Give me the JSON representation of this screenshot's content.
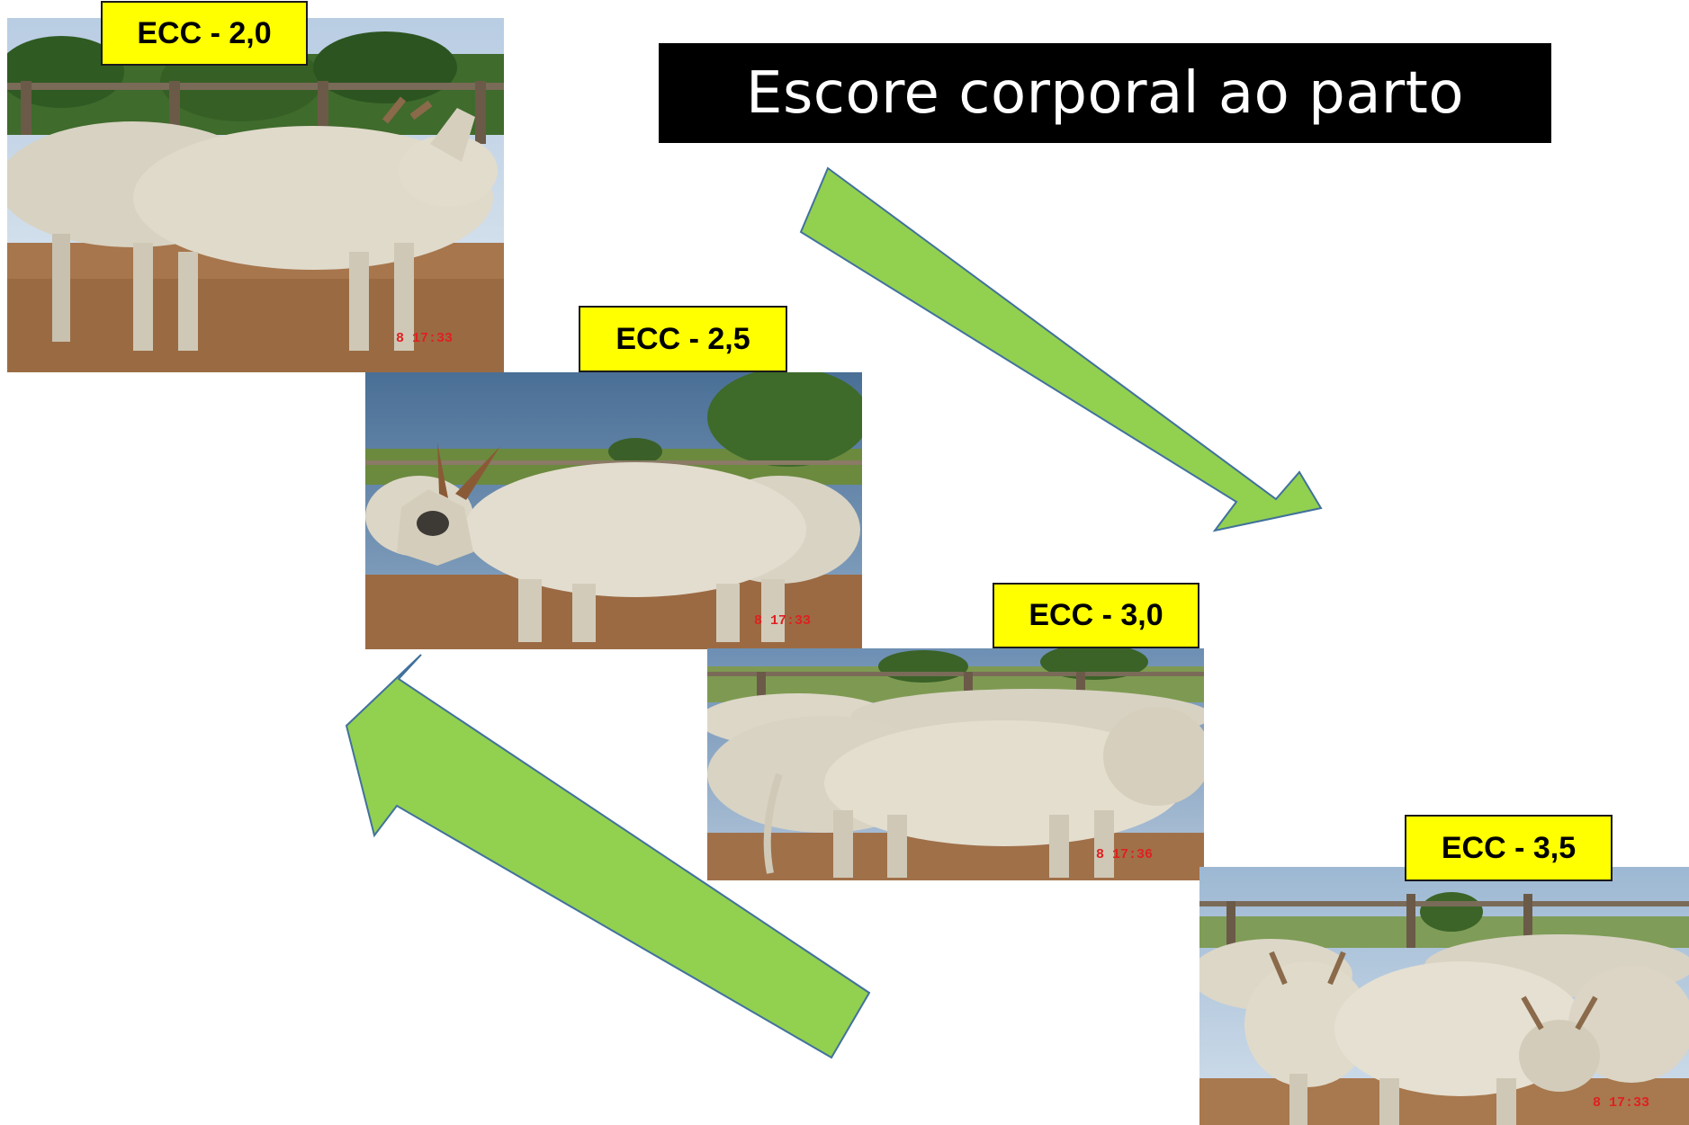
{
  "title": "Escore corporal ao parto",
  "photos": [
    {
      "label": "ECC - 2,0",
      "stamp": "8  17:33",
      "subject": "thin zebu cows in corral"
    },
    {
      "label": "ECC - 2,5",
      "stamp": "8  17:33",
      "subject": "zebu cow with horns in corral"
    },
    {
      "label": "ECC - 3,0",
      "stamp": "8  17:36",
      "subject": "zebu cows in corral"
    },
    {
      "label": "ECC - 3,5",
      "stamp": "8  17:33",
      "subject": "zebu herd in corral"
    }
  ],
  "colors": {
    "label_bg": "#ffff00",
    "arrow_fill": "#92d050",
    "arrow_stroke": "#41719c",
    "title_bg": "#000000",
    "title_text": "#ffffff"
  }
}
